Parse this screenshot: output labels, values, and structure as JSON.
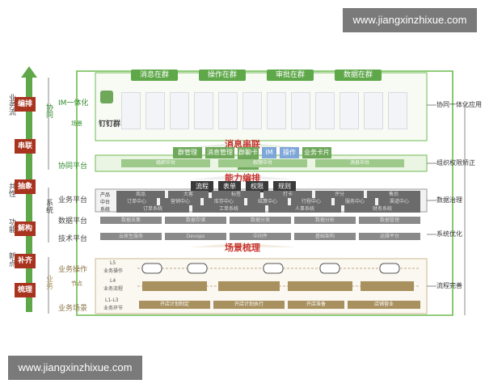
{
  "watermark_top": "www.jiangxinzhixue.com",
  "watermark_bottom": "www.jiangxinzhixue.com",
  "left_column": {
    "vertical_labels": [
      "业务流",
      "共性",
      "功能",
      "新点"
    ],
    "tabs": [
      "编排",
      "串联",
      "抽象",
      "解构",
      "补齐",
      "梳理"
    ],
    "groups": [
      "协同",
      "系统",
      "业务"
    ]
  },
  "rows": {
    "im_label": "IM一体化",
    "im_sub": "场景",
    "dingtalk_group": "钉钉群",
    "collab_platform": "协同平台",
    "business_platform": "业务平台",
    "data_platform": "数据平台",
    "tech_platform": "技术平台",
    "business_ops": "业务操作",
    "business_scene": "业务场景",
    "link_node": "节点"
  },
  "top_tabs": [
    "消息在群",
    "操作在群",
    "审批在群",
    "数据在群"
  ],
  "section_titles": {
    "message": "消息串联",
    "capability": "能力编排",
    "scene": "场景梳理"
  },
  "message_pills": [
    "群管理",
    "消息管理",
    "群聊卡片",
    "IM",
    "操作",
    "业务卡片"
  ],
  "collab_bar": [
    "组织中台",
    "权限中台",
    "消息中台"
  ],
  "capability_pills": [
    "流程",
    "表单",
    "权限",
    "规则"
  ],
  "business_rows": {
    "r1_label": "产品",
    "r1": [
      "商品",
      "大客",
      "标签",
      "打卡",
      "评分",
      "售后"
    ],
    "r2_label": "中台",
    "r2": [
      "订单中心",
      "营销中心",
      "库存中心",
      "结算中心",
      "行程中心",
      "服务中心",
      "渠道中心"
    ],
    "r3_label": "系统",
    "r3": [
      "订单系统",
      "工单系统",
      "人事系统",
      "财务系统"
    ]
  },
  "data_bar": [
    "数据采集",
    "数据存储",
    "数据分发",
    "数据分析",
    "数据管理"
  ],
  "tech_bar": [
    "云原生服务",
    "Devops",
    "中间件",
    "基础架构",
    "运维平台"
  ],
  "ops_rows": {
    "l5": "L5",
    "l5_sub": "业务操作",
    "l4": "L4",
    "l4_sub": "业务流程",
    "l1": "L1-L3",
    "l1_sub": "业务环节"
  },
  "scene_steps": [
    "开店计划制定",
    "开店计划执行",
    "开店准备",
    "店铺营业"
  ],
  "right_labels": [
    "协同一体化应用",
    "组织权限矫正",
    "数据治理",
    "系统优化",
    "流程完善"
  ],
  "colors": {
    "green": "#6dbb4f",
    "dark_green": "#2f8a2a",
    "red": "#c7322c",
    "tan": "#a8905f"
  }
}
